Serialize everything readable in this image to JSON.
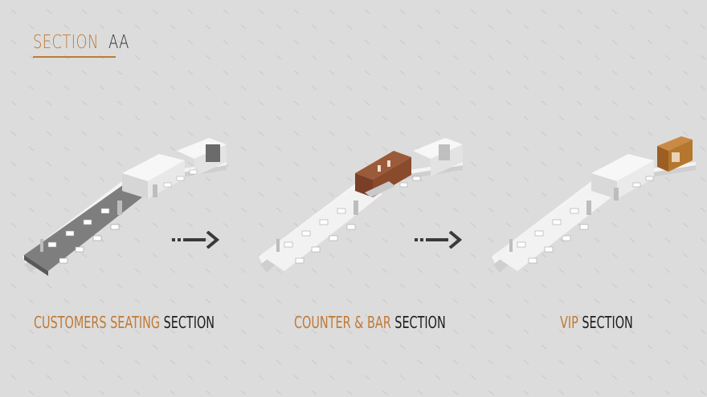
{
  "title": {
    "highlight": "SECTION",
    "rest": "AA"
  },
  "panels": [
    {
      "highlight": "CUSTOMERS SEATING",
      "rest": "SECTION"
    },
    {
      "highlight": "COUNTER & BAR",
      "rest": "SECTION"
    },
    {
      "highlight": "VIP",
      "rest": "SECTION"
    }
  ],
  "colors": {
    "accent": "#c07a36",
    "dark_floor": "#7e7e7e",
    "wood": "#8a4a2c",
    "vip_wood": "#b5762e",
    "background": "#dcdcdc"
  },
  "icons": [
    "arrow-right-icon",
    "arrow-right-icon"
  ]
}
